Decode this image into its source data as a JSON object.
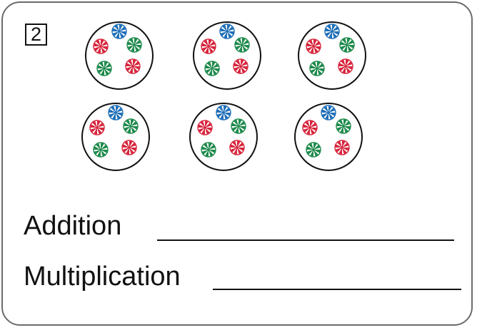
{
  "problem_number": "2",
  "groups": {
    "count": 6,
    "candies_per_group": [
      [
        "blue",
        "red",
        "green",
        "green",
        "red"
      ],
      [
        "blue",
        "red",
        "green",
        "green",
        "red"
      ],
      [
        "blue",
        "red",
        "green",
        "green",
        "red"
      ],
      [
        "blue",
        "red",
        "green",
        "green",
        "red"
      ],
      [
        "blue",
        "red",
        "green",
        "green",
        "red"
      ],
      [
        "blue",
        "red",
        "green",
        "green",
        "red"
      ]
    ]
  },
  "colors": {
    "red": "#d7263d",
    "blue": "#1f6fb8",
    "green": "#1e8a4c",
    "outline": "#111111",
    "card_border": "#6b6b6b"
  },
  "prompts": {
    "addition_label": "Addition",
    "multiplication_label": "Multiplication"
  }
}
